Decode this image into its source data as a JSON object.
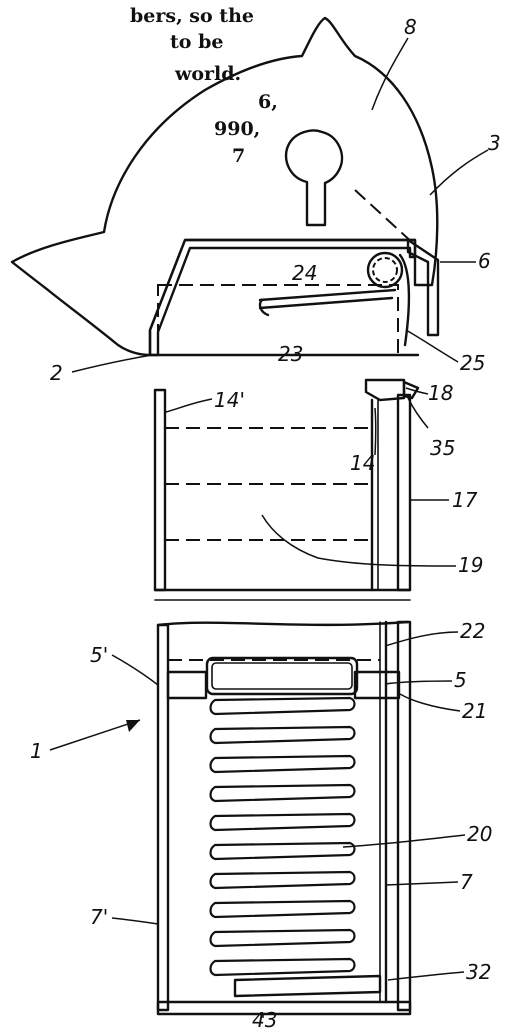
{
  "cropped_text": [
    "bers, so the",
    "to be",
    "world.",
    "6,",
    "990,",
    "7"
  ],
  "labels": [
    {
      "id": "8",
      "text": "8"
    },
    {
      "id": "3",
      "text": "3"
    },
    {
      "id": "6",
      "text": "6"
    },
    {
      "id": "24",
      "text": "24"
    },
    {
      "id": "23",
      "text": "23"
    },
    {
      "id": "25",
      "text": "25"
    },
    {
      "id": "2",
      "text": "2"
    },
    {
      "id": "14p",
      "text": "14'"
    },
    {
      "id": "18",
      "text": "18"
    },
    {
      "id": "14",
      "text": "14"
    },
    {
      "id": "35",
      "text": "35"
    },
    {
      "id": "17",
      "text": "17"
    },
    {
      "id": "19",
      "text": "19"
    },
    {
      "id": "22",
      "text": "22"
    },
    {
      "id": "5p",
      "text": "5'"
    },
    {
      "id": "5",
      "text": "5"
    },
    {
      "id": "21",
      "text": "21"
    },
    {
      "id": "1",
      "text": "1"
    },
    {
      "id": "20",
      "text": "20"
    },
    {
      "id": "7",
      "text": "7"
    },
    {
      "id": "7p",
      "text": "7'"
    },
    {
      "id": "32",
      "text": "32"
    },
    {
      "id": "43",
      "text": "43"
    }
  ]
}
